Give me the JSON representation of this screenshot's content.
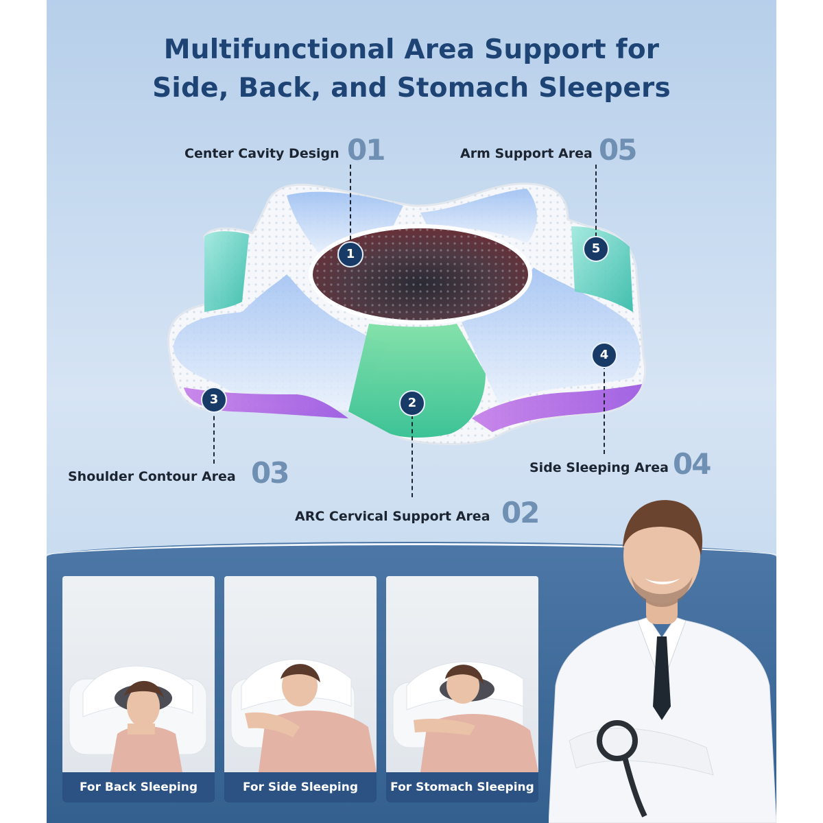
{
  "heading": {
    "line1": "Multifunctional Area Support for",
    "line2": "Side, Back, and Stomach Sleepers"
  },
  "areas": [
    {
      "label": "Center Cavity Design",
      "number": "01",
      "badge": "1"
    },
    {
      "label": "ARC Cervical Support Area",
      "number": "02",
      "badge": "2"
    },
    {
      "label": "Shoulder Contour Area",
      "number": "03",
      "badge": "3"
    },
    {
      "label": "Side Sleeping Area",
      "number": "04",
      "badge": "4"
    },
    {
      "label": "Arm Support Area",
      "number": "05",
      "badge": "5"
    }
  ],
  "cards": [
    {
      "label": "For Back Sleeping"
    },
    {
      "label": "For Side Sleeping"
    },
    {
      "label": "For Stomach Sleeping"
    }
  ],
  "colors": {
    "heading": "#1d4474",
    "badge": "#173a66",
    "number_accent": "#6f8fb3",
    "lower_panel": "#34608f"
  }
}
